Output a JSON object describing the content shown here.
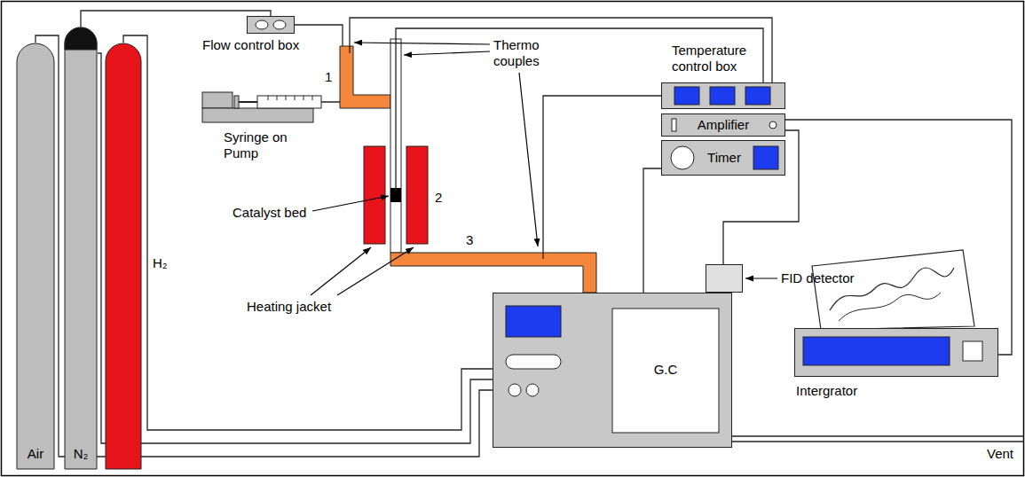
{
  "diagram": {
    "nodes": [
      {
        "text": [
          "Air"
        ]
      },
      {
        "text": [
          "N₂"
        ]
      },
      {
        "text": [
          "H₂"
        ]
      },
      {
        "text": [
          "Flow control box"
        ]
      },
      {
        "text": [
          "Temperature control box"
        ]
      },
      {
        "text": [
          "Amplifier"
        ]
      },
      {
        "text": [
          "Timer"
        ]
      },
      {
        "text": [
          "G.C"
        ]
      },
      {
        "text": [
          "FID detector"
        ]
      },
      {
        "text": [
          "Intergrator"
        ]
      }
    ],
    "edges": [
      {
        "from": 1,
        "to": 3,
        "arrow": "none"
      },
      {
        "from": 0,
        "to": 7,
        "arrow": "none"
      },
      {
        "from": 1,
        "to": 7,
        "arrow": "none"
      },
      {
        "from": 2,
        "to": 7,
        "arrow": "none"
      },
      {
        "from": 5,
        "to": 9,
        "arrow": "none"
      },
      {
        "from": 5,
        "to": 8,
        "arrow": "none"
      },
      {
        "from": 6,
        "to": 7,
        "arrow": "none"
      }
    ],
    "labels": [
      "1",
      "2",
      "3",
      "Syringe on Pump",
      "Catalyst bed",
      "Heating jacket",
      "Thermo couples",
      "Vent"
    ]
  }
}
